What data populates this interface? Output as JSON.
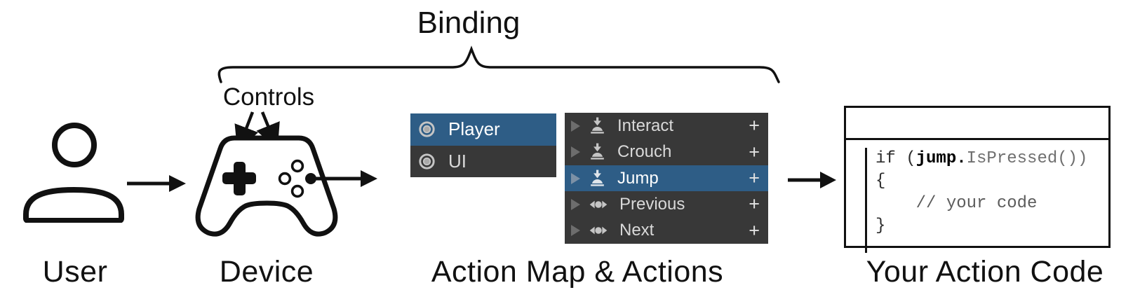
{
  "labels": {
    "binding": "Binding",
    "controls": "Controls",
    "user": "User",
    "device": "Device",
    "action_map": "Action Map & Actions",
    "action_code": "Your Action Code"
  },
  "action_map_panel": {
    "items": [
      {
        "label": "Player",
        "selected": true
      },
      {
        "label": "UI",
        "selected": false
      }
    ]
  },
  "actions_panel": {
    "items": [
      {
        "label": "Interact",
        "control": "button",
        "selected": false,
        "add_label": "+"
      },
      {
        "label": "Crouch",
        "control": "button",
        "selected": false,
        "add_label": "+"
      },
      {
        "label": "Jump",
        "control": "button",
        "selected": true,
        "add_label": "+"
      },
      {
        "label": "Previous",
        "control": "axis",
        "selected": false,
        "add_label": "+"
      },
      {
        "label": "Next",
        "control": "axis",
        "selected": false,
        "add_label": "+"
      }
    ]
  },
  "code_window": {
    "line1_keyword": "if (",
    "line1_action": "jump.",
    "line1_method": "IsPressed())",
    "line2": "{",
    "line3": "    // your code",
    "line4": "}"
  },
  "colors": {
    "selection_blue": "#2e5d86",
    "panel_dark": "#383838",
    "panel_text": "#d9d9d9",
    "panel_text_selected": "#ffffff",
    "icon_gray": "#c5c5c5",
    "foldout_gray": "#6d6d6d",
    "ink": "#111111",
    "code_dim": "#6f6f6f",
    "code_comment": "#5c5c5c"
  }
}
